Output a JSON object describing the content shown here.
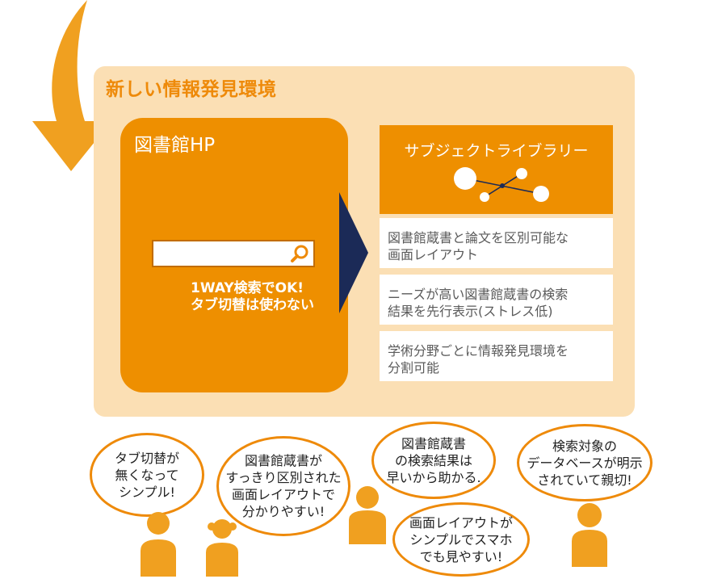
{
  "panel": {
    "title": "新しい情報発見環境"
  },
  "library": {
    "title": "図書館HP",
    "note_lines": [
      "1WAY検索でOK!",
      "タブ切替は使わない"
    ]
  },
  "subject_library": {
    "title": "サブジェクトライブラリー",
    "features": [
      [
        "図書館蔵書と論文を区別可能な",
        "画面レイアウト"
      ],
      [
        "ニーズが高い図書館蔵書の検索",
        "結果を先行表示(ストレス低)"
      ],
      [
        "学術分野ごとに情報発見環境を",
        "分割可能"
      ]
    ]
  },
  "bubbles": [
    [
      "タブ切替が",
      "無くなって",
      "シンプル!"
    ],
    [
      "図書館蔵書が",
      "すっきり区別された",
      "画面レイアウトで",
      "分かりやすい!"
    ],
    [
      "図書館蔵書",
      "の検索結果は",
      "早いから助かる."
    ],
    [
      "画面レイアウトが",
      "シンプルでスマホ",
      "でも見やすい!"
    ],
    [
      "検索対象の",
      "データベースが明示",
      "されていて親切!"
    ]
  ],
  "colors": {
    "orange": "#ee8f00",
    "panel_bg": "#fbdfb4",
    "arrow_navy": "#1b2a57"
  },
  "icons": [
    "search-icon",
    "network-icon",
    "person-icon",
    "curved-arrow-icon",
    "triangle-arrow-icon"
  ]
}
